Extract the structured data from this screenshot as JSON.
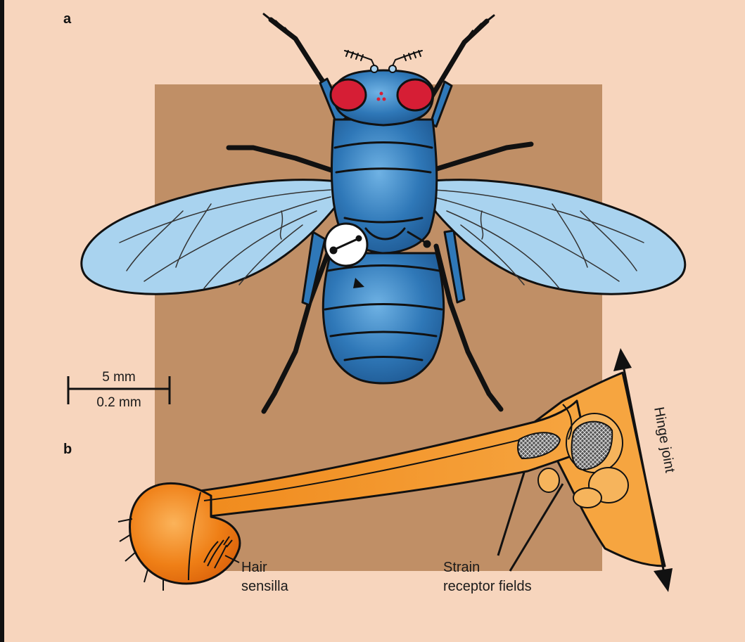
{
  "panels": {
    "a": "a",
    "b": "b"
  },
  "scale_bar": {
    "top_value": "5 mm",
    "bottom_value": "0.2 mm"
  },
  "labels": {
    "hinge_joint": "Hinge joint",
    "hair_sensilla_line1": "Hair",
    "hair_sensilla_line2": "sensilla",
    "strain_line1": "Strain",
    "strain_line2": "receptor fields"
  },
  "colors": {
    "background": "#f7d5bd",
    "backdrop_square": "#c08f66",
    "fly_body": "#2f78b8",
    "fly_wing": "#a9d3ef",
    "fly_eye": "#d61e35",
    "haltere": "#f08a1c"
  }
}
